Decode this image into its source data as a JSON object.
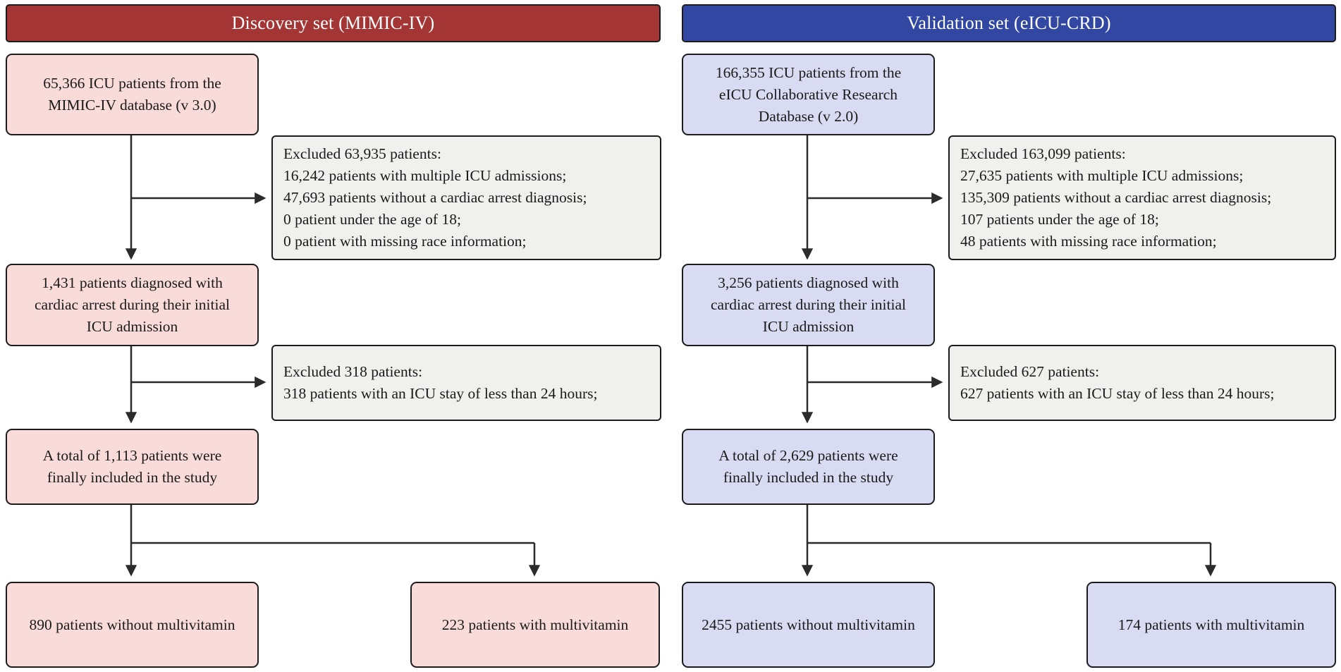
{
  "colors": {
    "discovery_header_bg": "#a33635",
    "validation_header_bg": "#3247a1",
    "discovery_box_bg": "#f9dbd9",
    "validation_box_bg": "#d8dbf2",
    "exclusion_box_bg": "#f0f0ef",
    "border": "#1c1c1c",
    "arrow": "#2b2b2b"
  },
  "discovery": {
    "header": "Discovery set (MIMIC-IV)",
    "source": [
      "65,366 ICU patients from the",
      "MIMIC-IV database (v 3.0)"
    ],
    "excluded1": [
      "Excluded 63,935 patients:",
      "16,242 patients with multiple ICU admissions;",
      "47,693 patients without a cardiac arrest diagnosis;",
      "0 patient under the age of 18;",
      "0 patient with missing race information;"
    ],
    "diagnosed": [
      "1,431 patients diagnosed with",
      "cardiac arrest during their initial",
      "ICU admission"
    ],
    "excluded2": [
      "Excluded 318 patients:",
      "318 patients with an ICU stay of less than 24 hours;"
    ],
    "included": [
      "A total of 1,113 patients were",
      "finally included in the study"
    ],
    "without_mv": "890 patients without multivitamin",
    "with_mv": "223 patients with multivitamin"
  },
  "validation": {
    "header": "Validation set (eICU-CRD)",
    "source": [
      "166,355 ICU patients from the",
      "eICU Collaborative Research",
      "Database (v 2.0)"
    ],
    "excluded1": [
      "Excluded 163,099 patients:",
      "27,635 patients with multiple ICU admissions;",
      "135,309 patients without a cardiac arrest diagnosis;",
      "107 patients under the age of 18;",
      "48 patients with missing race information;"
    ],
    "diagnosed": [
      "3,256 patients diagnosed with",
      "cardiac arrest during their initial",
      "ICU admission"
    ],
    "excluded2": [
      "Excluded 627 patients:",
      "627 patients with an ICU stay of less than 24 hours;"
    ],
    "included": [
      "A total of 2,629 patients were",
      "finally included in the study"
    ],
    "without_mv": "2455 patients without multivitamin",
    "with_mv": "174 patients with multivitamin"
  }
}
